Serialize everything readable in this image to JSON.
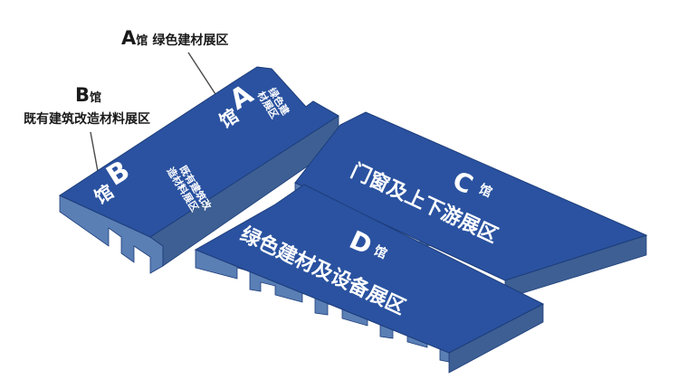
{
  "colors": {
    "top": "#2a52a0",
    "side_light": "#5a7fb5",
    "side_dark": "#3d5f93",
    "edge": "#1d3d7a",
    "text": "#ffffff",
    "label": "#1a1a1a"
  },
  "callouts": {
    "a": {
      "letter": "A",
      "suffix": "馆",
      "desc": "绿色建材展区"
    },
    "b": {
      "letter": "B",
      "suffix": "馆",
      "desc": "既有建筑改造材料展区"
    }
  },
  "halls": {
    "a": {
      "letter": "A",
      "suffix": "馆",
      "desc_line1": "绿色建",
      "desc_line2": "材展区"
    },
    "b": {
      "letter": "B",
      "suffix": "馆",
      "desc_line1": "既有建筑改",
      "desc_line2": "造材料展区"
    },
    "c": {
      "letter": "C",
      "suffix": "馆",
      "desc": "门窗及上下游展区"
    },
    "d": {
      "letter": "D",
      "suffix": "馆",
      "desc": "绿色建材及设备展区"
    }
  }
}
